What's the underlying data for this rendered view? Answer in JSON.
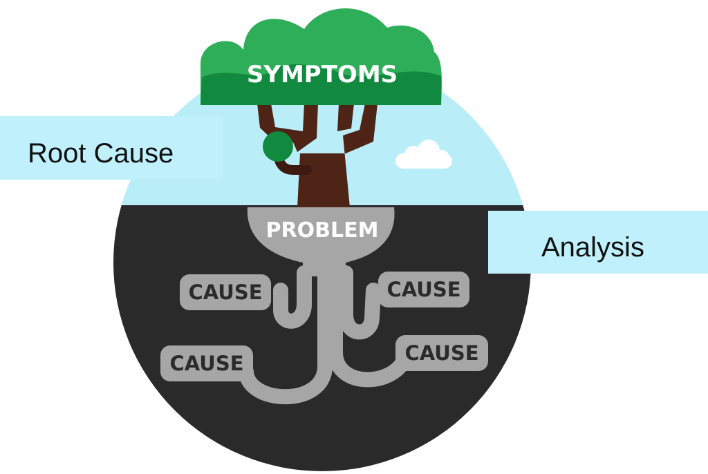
{
  "banners": {
    "left_text": "Root Cause",
    "right_text": "Analysis"
  },
  "tree": {
    "canopy_label": "SYMPTOMS"
  },
  "roots": {
    "problem_label": "PROBLEM",
    "causes": [
      "CAUSE",
      "CAUSE",
      "CAUSE",
      "CAUSE"
    ]
  },
  "colors": {
    "sky": "#b9eef9",
    "soil": "#2a2a2a",
    "canopy_light": "#2fae5a",
    "canopy_dark": "#118a3f",
    "trunk": "#4e2417",
    "roots": "#a6a6a6",
    "banner": "#bff0fb"
  }
}
